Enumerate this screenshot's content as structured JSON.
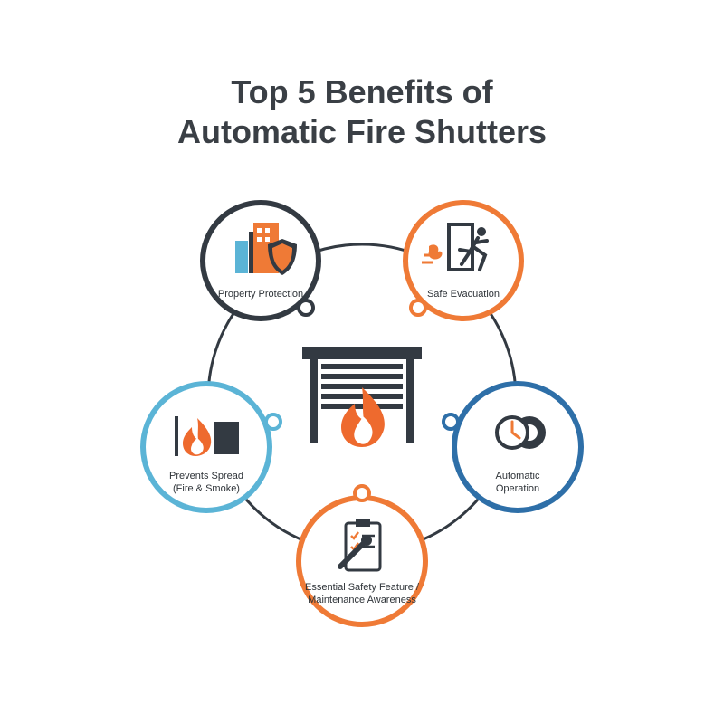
{
  "title": {
    "line1": "Top 5 Benefits of",
    "line2": "Automatic Fire Shutters"
  },
  "colors": {
    "dark": "#333a42",
    "orange": "#ef7a36",
    "light_blue": "#5bb4d6",
    "blue": "#2e6fa8",
    "flame": "#ee6a2e"
  },
  "nodes": [
    {
      "label": "Property Protection",
      "color": "dark",
      "icon": "building-shield-icon"
    },
    {
      "label": "Safe Evacuation",
      "color": "orange",
      "icon": "running-exit-icon"
    },
    {
      "label": "Automatic Operation",
      "color": "blue",
      "icon": "clock-gear-icon"
    },
    {
      "label": "Essential Safety Feature / Maintenance Awareness",
      "color": "orange",
      "icon": "clipboard-wrench-icon"
    },
    {
      "label": "Prevents Spread (Fire & Smoke)",
      "color": "light_blue",
      "icon": "fire-wall-icon"
    }
  ],
  "center_icon": "fire-shutter-icon"
}
